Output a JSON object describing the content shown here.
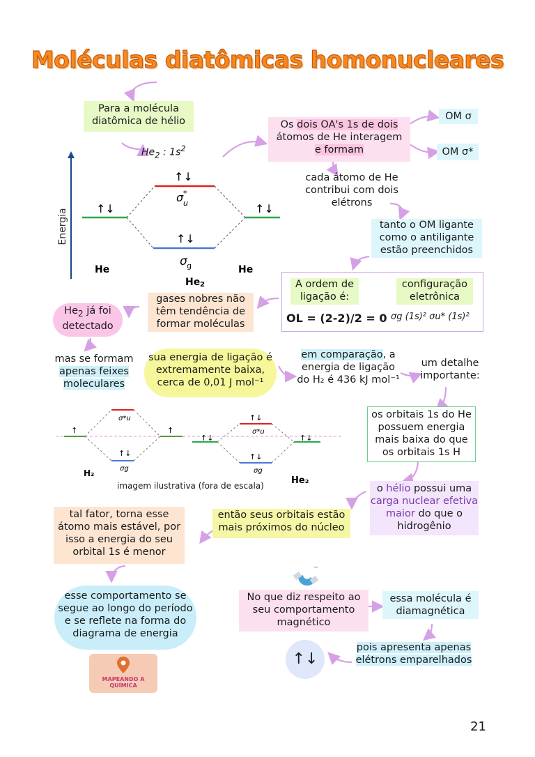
{
  "title": "Moléculas diatômicas homonucleares",
  "boxes": {
    "helium_intro": "Para a molécula diatômica de hélio",
    "config": "He",
    "config_sub": "2",
    "config_rest": " : 1s",
    "config_sup": "2",
    "oa_part1": "Os ",
    "oa_hl": "dois OA's 1s de dois",
    "oa_part2": "átomos de He interagem",
    "oa_hl2": "e formam",
    "om_sigma": "OM σ",
    "om_sigma_star": "OM σ*",
    "each_atom": "cada átomo de He contribui com dois elétrons",
    "both_filled": "tanto o OM ligante como o antiligante estão preenchidos",
    "bond_order_label": "A ordem de ligação é:",
    "bond_order_eq": "OL = (2-2)/2 = 0",
    "config_label": "configuração eletrônica",
    "config_formula": "σg (1s)² σu* (1s)²",
    "noble_gases": "gases nobres não têm tendência de formar moléculas",
    "he2_detected_1": "He",
    "he2_detected_sub": "2",
    "he2_detected_2": " já foi detectado",
    "beams_1": "mas se formam",
    "beams_hl": "apenas feixes moleculares",
    "bond_energy": "sua energia de ligação é extremamente baixa, cerca de 0,01 J mol⁻¹",
    "comparison_hl": "em comparação",
    "comparison_rest": ", a energia de ligação do H₂ é 436 kJ mol⁻¹",
    "detail": "um detalhe importante:",
    "orbitals_lower": "os orbitais 1s do He possuem energia mais baixa do que os orbitais 1s  H",
    "he_charge_1": "o ",
    "he_charge_hl": "hélio",
    "he_charge_2": " possui uma ",
    "he_charge_hl2": "carga nuclear efetiva maior",
    "he_charge_3": " do que o hidrogênio",
    "closer": "então seus orbitais estão mais próximos do núcleo",
    "stable": "tal fator, torna esse átomo mais estável, por isso a energia do seu orbital 1s é menor",
    "period": "esse comportamento se segue ao longo do período e se reflete na forma do diagrama de energia",
    "magnetic": "No que diz respeito ao seu comportamento magnético",
    "diamagnetic": "essa molécula é diamagnética",
    "paired": "pois apresenta  apenas elétrons emparelhados",
    "paired_symbol": "↑↓",
    "illustrative": "imagem ilustrativa (fora de escala)",
    "page_number": "21",
    "logo_text": "MAPEANDO A QUÍMICA"
  },
  "diagram1": {
    "axis_label": "Energia",
    "left_atom": "He",
    "right_atom": "He",
    "molecule": "He",
    "molecule_sub": "2",
    "sigma_star": "σ",
    "sigma_star_sub": "u",
    "sigma_star_sup": "*",
    "sigma": "σ",
    "sigma_sub": "g",
    "electrons": "↑↓"
  },
  "diagram2": {
    "h2_label": "H₂",
    "he2_label": "He₂",
    "sigma_star": "σ*u",
    "sigma": "σg",
    "up": "↑",
    "pair": "↑↓"
  },
  "colors": {
    "title": "#f6891f",
    "antibonding": "#e02020",
    "bonding": "#4a78d6",
    "atomic": "#2aa84a",
    "arrow": "#d6a0e6",
    "axis": "#1d4a8c"
  }
}
